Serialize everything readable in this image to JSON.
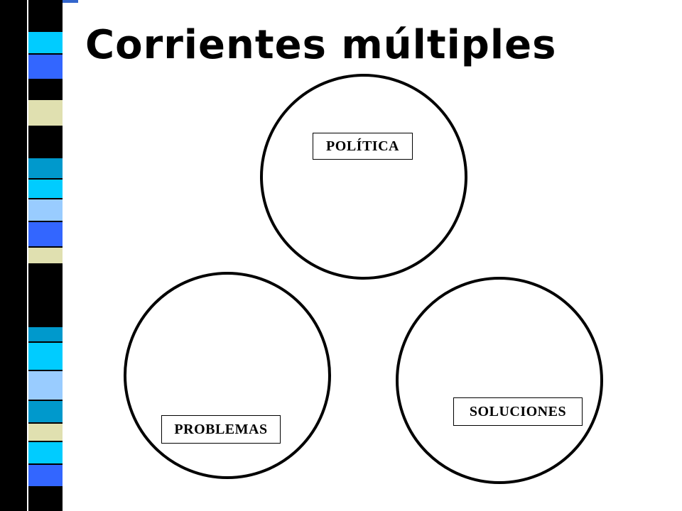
{
  "slide": {
    "title": "Corrientes múltiples"
  },
  "diagram": {
    "circles": [
      {
        "name": "politica",
        "label": "POLÍTICA"
      },
      {
        "name": "problemas",
        "label": "PROBLEMAS"
      },
      {
        "name": "soluciones",
        "label": "SOLUCIONES"
      }
    ]
  },
  "colors": {
    "stripe_black": "#000000",
    "stripe_cyan": "#00ccff",
    "stripe_blue": "#3366ff",
    "stripe_teal": "#0099cc",
    "stripe_light_blue": "#99ccff",
    "stripe_cream": "#e0e0b0",
    "stripe_edge": "#3366cc"
  }
}
